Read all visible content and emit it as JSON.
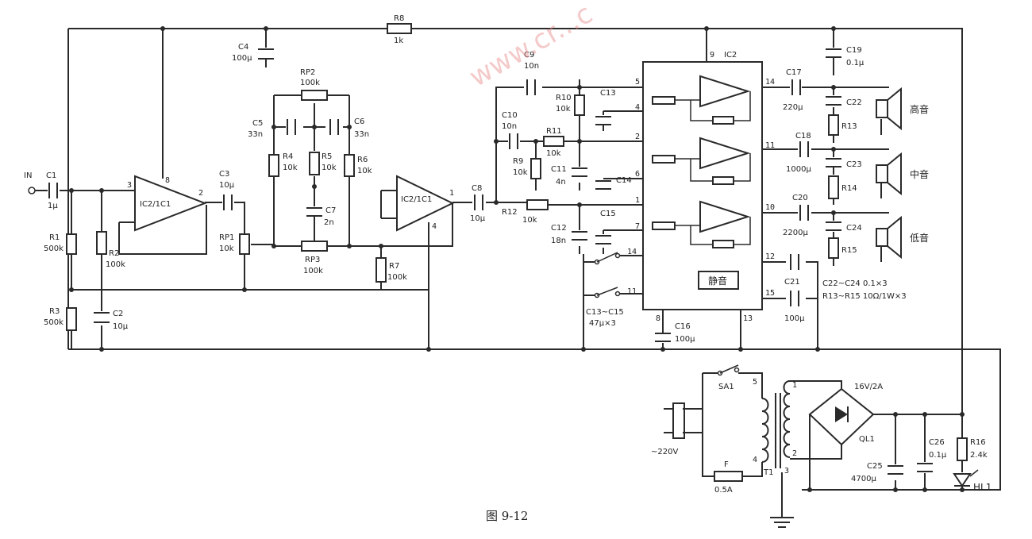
{
  "caption": "图 9-12",
  "watermark": "www.cr...c",
  "labels": {
    "in": "IN",
    "c1": "C1",
    "c1v": "1μ",
    "r1": "R1",
    "r1v": "500k",
    "r2": "R2",
    "r2v": "100k",
    "r3": "R3",
    "r3v": "500k",
    "c2": "C2",
    "c2v": "10μ",
    "ic1": "IC2/1C1",
    "c3": "C3",
    "c3v": "10μ",
    "rp1": "RP1",
    "rp1v": "10k",
    "c4": "C4",
    "c4v": "100μ",
    "r8": "R8",
    "r8v": "1k",
    "rp2": "RP2",
    "rp2v": "100k",
    "c5": "C5",
    "c5v": "33n",
    "c6": "C6",
    "c6v": "33n",
    "r4": "R4",
    "r4v": "10k",
    "r5": "R5",
    "r5v": "10k",
    "r6": "R6",
    "r6v": "10k",
    "c7": "C7",
    "c7v": "2n",
    "rp3": "RP3",
    "rp3v": "100k",
    "r7": "R7",
    "r7v": "100k",
    "ic2": "IC2/1C1",
    "c8": "C8",
    "c8v": "10μ",
    "c9": "C9",
    "c9v": "10n",
    "c10": "C10",
    "c10v": "10n",
    "r10": "R10",
    "r10v": "10k",
    "r11": "R11",
    "r11v": "10k",
    "r9": "R9",
    "r9v": "10k",
    "c11": "C11",
    "c11v": "4n",
    "r12": "R12",
    "r12v": "10k",
    "c12": "C12",
    "c12v": "18n",
    "c13": "C13",
    "c14": "C14",
    "c15": "C15",
    "c1315": "C13~C15",
    "c1315v": "47μ×3",
    "ic3": "IC2",
    "mute": "静音",
    "c16": "C16",
    "c16v": "100μ",
    "c17": "C17",
    "c17v": "220μ",
    "c18": "C18",
    "c18v": "1000μ",
    "c19": "C19",
    "c19v": "0.1μ",
    "c20": "C20",
    "c20v": "2200μ",
    "c21": "C21",
    "c21v": "100μ",
    "c22": "C22",
    "c23": "C23",
    "c24": "C24",
    "r13": "R13",
    "r14": "R14",
    "r15": "R15",
    "spk_high": "高音",
    "spk_mid": "中音",
    "spk_low": "低音",
    "note1": "C22~C24  0.1×3",
    "note2": "R13~R15  10Ω/1W×3",
    "sa1": "SA1",
    "mains": "~220V",
    "fuse": "F",
    "fusev": "0.5A",
    "t1": "T1",
    "tr1": "1",
    "tr2": "2",
    "tr3": "3",
    "tr4": "4",
    "tr5": "5",
    "bridge": "16V/2A",
    "qd1": "QL1",
    "c25": "C25",
    "c25v": "4700μ",
    "c26": "C26",
    "c26v": "0.1μ",
    "r16": "R16",
    "r16v": "2.4k",
    "hl1": "HL1"
  }
}
